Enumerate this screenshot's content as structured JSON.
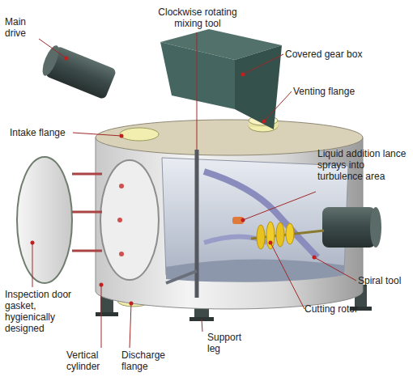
{
  "diagram": {
    "labels": [
      "Clockwise rotating mixing tool",
      "Main drive",
      "Covered gear box",
      "Venting flange",
      "Intake flange",
      "Liquid addition lance sprays into turbulence area",
      "Spiral tool",
      "Cutting rotor",
      "Inspection door gasket, hygienically designed",
      "Vertical cylinder",
      "Discharge flange",
      "Support leg"
    ]
  }
}
